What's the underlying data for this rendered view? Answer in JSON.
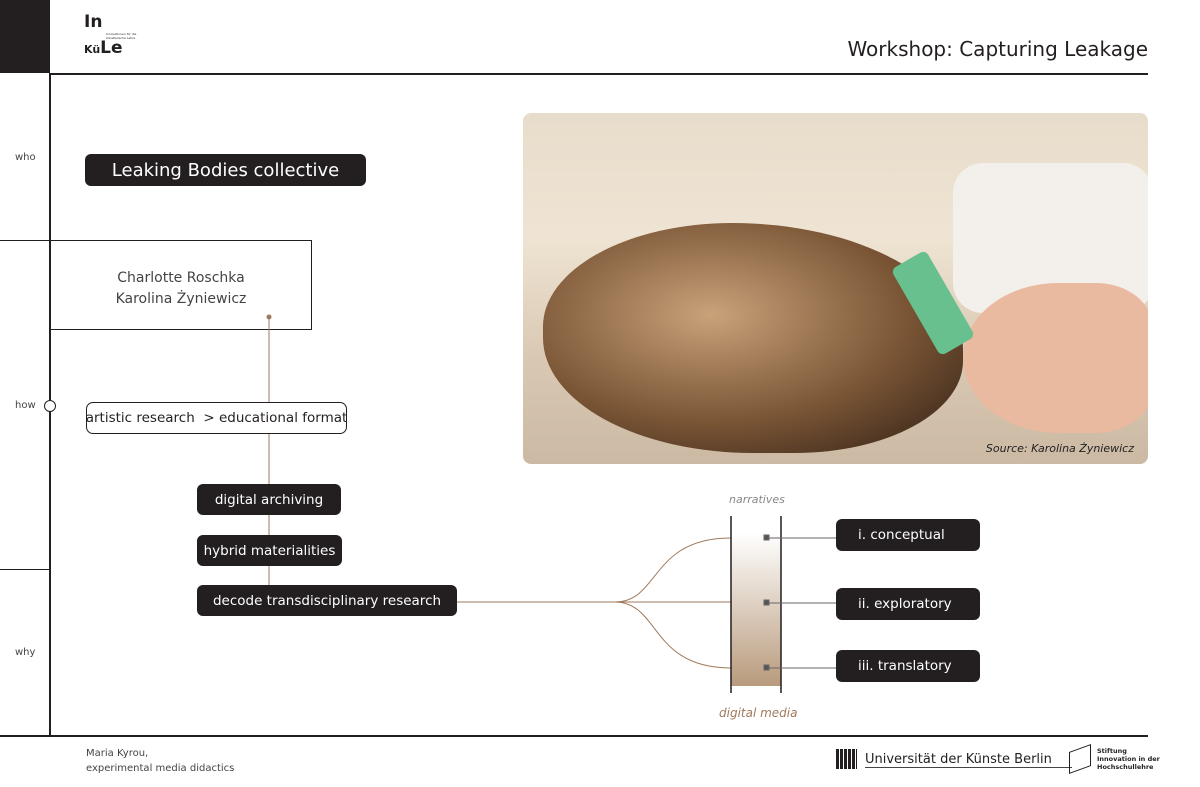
{
  "header": {
    "logo_text_top": "In",
    "logo_text_mid": "Kü",
    "logo_text_bottom": "Le",
    "logo_tagline": "Innovationen für die künstlerische Lehre",
    "title": "Workshop: Capturing Leakage"
  },
  "sidebar": {
    "who": "who",
    "how": "how",
    "why": "why"
  },
  "collective": "Leaking Bodies collective",
  "people": [
    "Charlotte Roschka",
    "Karolina Żyniewicz"
  ],
  "format": "artistic research  > educational format",
  "topics": [
    "digital archiving",
    "hybrid materialities",
    "decode transdisciplinary research"
  ],
  "column": {
    "top_label": "narratives",
    "bottom_label": "digital media"
  },
  "outcomes": [
    "i. conceptual",
    "ii. exploratory",
    "iii. translatory"
  ],
  "photo": {
    "caption": "Source: Karolina Żyniewicz"
  },
  "footer": {
    "author": "Maria Kyrou,",
    "subtitle": "experimental media didactics",
    "udk": "Universität der Künste Berlin",
    "stiftung": [
      "Stiftung",
      "Innovation in der",
      "Hochschullehre"
    ]
  },
  "colors": {
    "dark": "#231f20",
    "brown": "#a07a5c",
    "sand": "#b89a7c"
  }
}
